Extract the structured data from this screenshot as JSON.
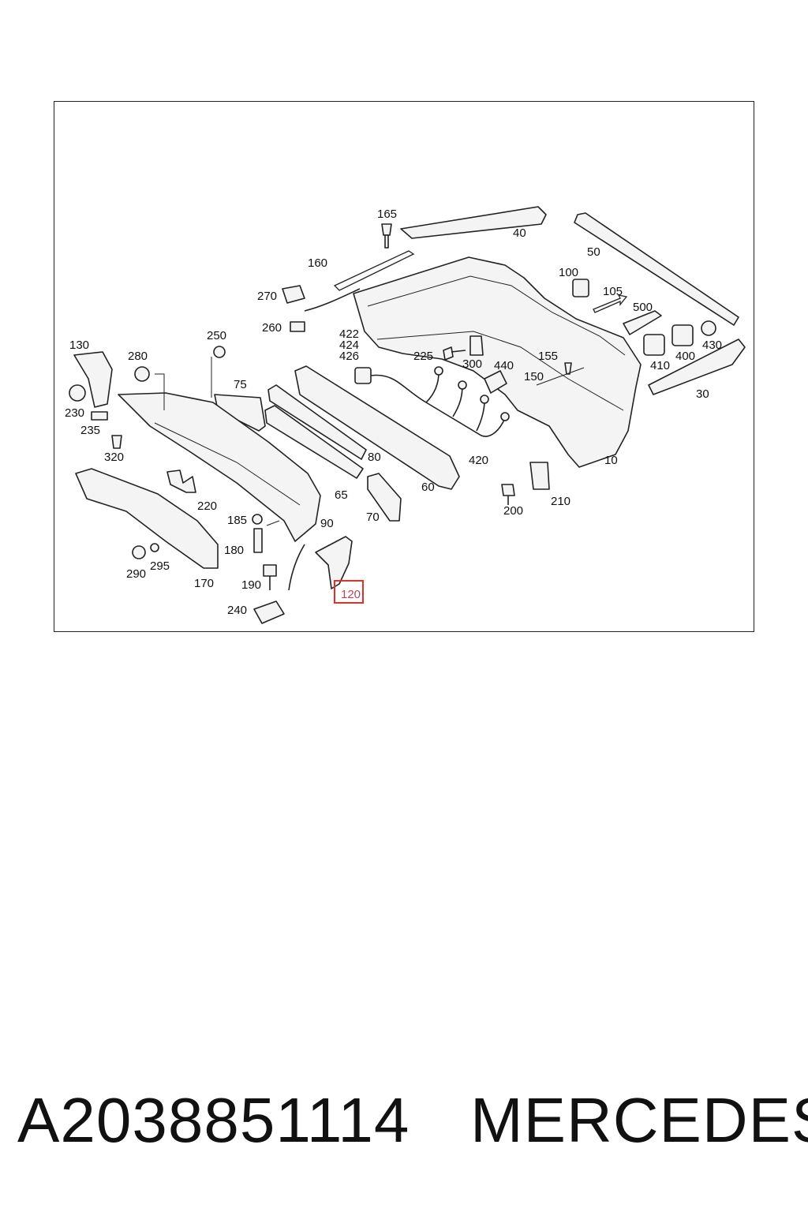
{
  "labels": {
    "p10": "10",
    "p30": "30",
    "p40": "40",
    "p50": "50",
    "p60": "60",
    "p65": "65",
    "p70": "70",
    "p75": "75",
    "p80": "80",
    "p90": "90",
    "p100": "100",
    "p105": "105",
    "p120": "120",
    "p130": "130",
    "p150": "150",
    "p155": "155",
    "p160": "160",
    "p165": "165",
    "p170": "170",
    "p180": "180",
    "p185": "185",
    "p190": "190",
    "p200": "200",
    "p210": "210",
    "p220": "220",
    "p225": "225",
    "p230": "230",
    "p235": "235",
    "p240": "240",
    "p250": "250",
    "p260": "260",
    "p270": "270",
    "p280": "280",
    "p290": "290",
    "p295": "295",
    "p300": "300",
    "p320": "320",
    "p400": "400",
    "p410": "410",
    "p420": "420",
    "p422": "422",
    "p424": "424",
    "p426": "426",
    "p430": "430",
    "p440": "440",
    "p500": "500"
  },
  "highlighted_part": "120",
  "highlight_color": "#e0302a",
  "footer": {
    "part_number": "A2038851114",
    "brand": "MERCEDES"
  }
}
